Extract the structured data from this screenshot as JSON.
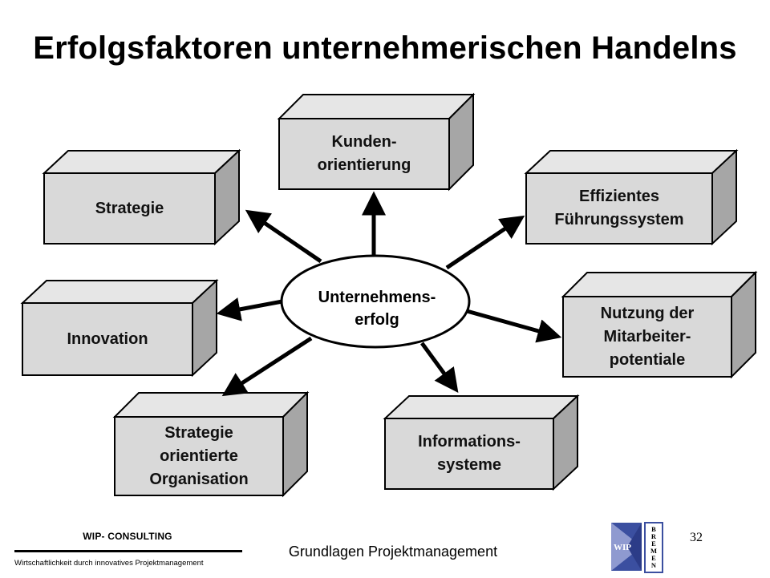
{
  "slide": {
    "title": "Erfolgsfaktoren unternehmerischen Handelns"
  },
  "diagram": {
    "center": "Unternehmens-\nerfolg",
    "factors": {
      "kunden": "Kunden-\norientierung",
      "strategie": "Strategie",
      "fuehrung": "Effizientes\nFührungssystem",
      "innovation": "Innovation",
      "mitarbeiter": "Nutzung der\nMitarbeiter-\npotentiale",
      "organisation": "Strategie\norientierte\nOrganisation",
      "informationssysteme": "Informations-\nsysteme"
    },
    "colors": {
      "box_front": "#d9d9d9",
      "box_top": "#e6e6e6",
      "box_side": "#a6a6a6",
      "outline": "#000000"
    }
  },
  "footer": {
    "brand": "WIP- CONSULTING",
    "tagline": "Wirtschaftlichkeit durch innovatives Projektmanagement",
    "center_text": "Grundlagen Projektmanagement",
    "page_number": "32",
    "logo": {
      "text": "WIP",
      "side_letters": "B\nR\nE\nM\nE\nN"
    }
  }
}
